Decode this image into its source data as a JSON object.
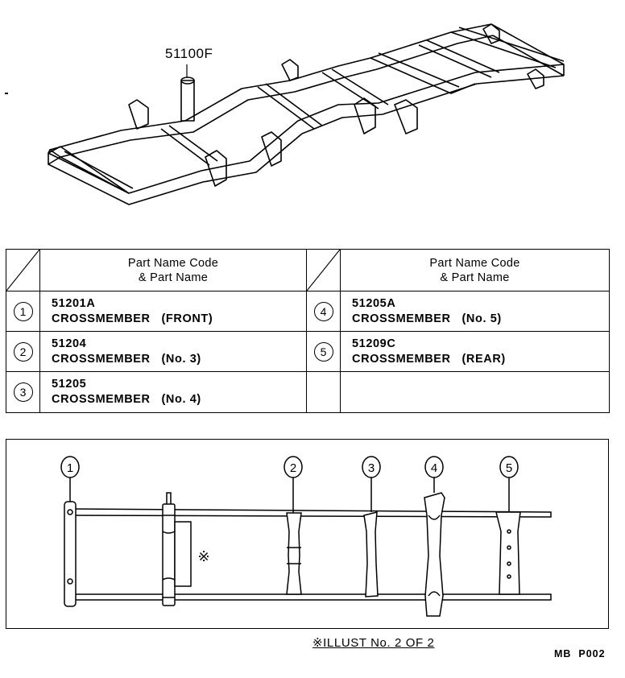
{
  "diagram": {
    "assembly_part_code": "51100F"
  },
  "table": {
    "header": {
      "left": "Part Name Code\n& Part Name",
      "right": "Part Name Code\n& Part Name"
    },
    "rows": [
      {
        "left": {
          "num": "1",
          "code": "51201A",
          "name": "CROSSMEMBER   (FRONT)"
        },
        "right": {
          "num": "4",
          "code": "51205A",
          "name": "CROSSMEMBER   (No. 5)"
        }
      },
      {
        "left": {
          "num": "2",
          "code": "51204",
          "name": "CROSSMEMBER   (No. 3)"
        },
        "right": {
          "num": "5",
          "code": "51209C",
          "name": "CROSSMEMBER   (REAR)"
        }
      },
      {
        "left": {
          "num": "3",
          "code": "51205",
          "name": "CROSSMEMBER   (No. 4)"
        },
        "right": {
          "num": "",
          "code": "",
          "name": ""
        }
      }
    ]
  },
  "layout_diagram": {
    "markers": [
      "1",
      "2",
      "3",
      "4",
      "5"
    ],
    "asterisk_note": "※"
  },
  "caption": "※ILLUST No. 2 OF 2",
  "reference_code": "MB  P002"
}
